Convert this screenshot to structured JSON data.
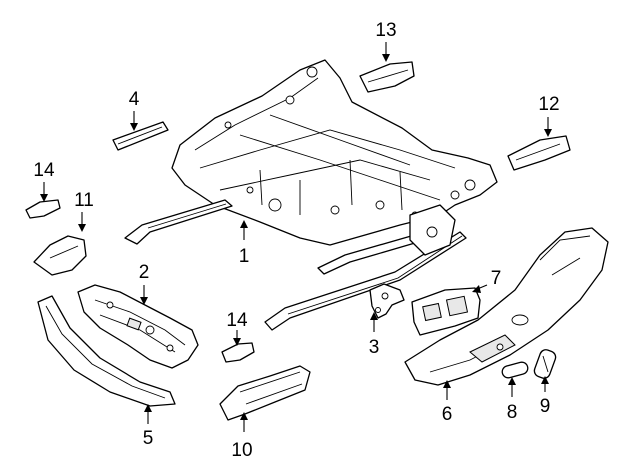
{
  "callouts": [
    {
      "id": "1",
      "label": "1"
    },
    {
      "id": "2",
      "label": "2"
    },
    {
      "id": "3",
      "label": "3"
    },
    {
      "id": "4",
      "label": "4"
    },
    {
      "id": "5",
      "label": "5"
    },
    {
      "id": "6",
      "label": "6"
    },
    {
      "id": "7",
      "label": "7"
    },
    {
      "id": "8",
      "label": "8"
    },
    {
      "id": "9",
      "label": "9"
    },
    {
      "id": "10",
      "label": "10"
    },
    {
      "id": "11",
      "label": "11"
    },
    {
      "id": "12",
      "label": "12"
    },
    {
      "id": "13",
      "label": "13"
    },
    {
      "id": "14a",
      "label": "14"
    },
    {
      "id": "14b",
      "label": "14"
    }
  ]
}
